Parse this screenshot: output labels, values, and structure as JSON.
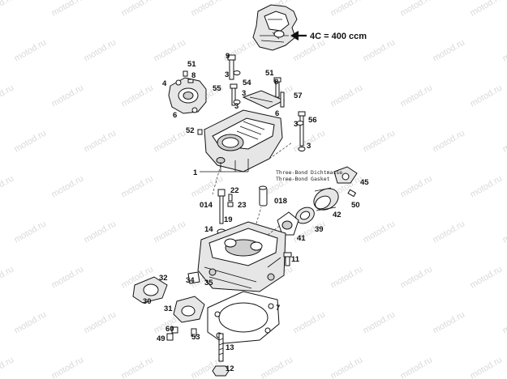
{
  "watermark": "motod.ru",
  "engine_note": "4C = 400 ccm",
  "sealant_notes": [
    "Three-Bond Dichtmasse",
    "Three-Bond Gasket"
  ],
  "part_labels": [
    "51",
    "8",
    "4",
    "6",
    "9",
    "3",
    "55",
    "54",
    "3",
    "3",
    "51",
    "8",
    "57",
    "6",
    "3",
    "56",
    "3",
    "52",
    "1",
    "22",
    "23",
    "014",
    "19",
    "018",
    "45",
    "50",
    "42",
    "39",
    "41",
    "14",
    "11",
    "32",
    "34",
    "35",
    "30",
    "31",
    "7",
    "60",
    "53",
    "49",
    "13",
    "12"
  ]
}
